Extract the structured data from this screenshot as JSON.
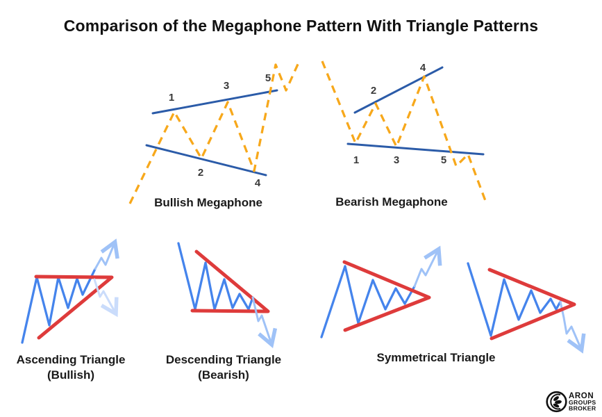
{
  "title": "Comparison of the Megaphone Pattern With Triangle Patterns",
  "colors": {
    "background": "#FFFFFF",
    "title_text": "#111111",
    "label_text": "#1a1a1a",
    "number_text": "#3a3a3a",
    "megaphone_dash": "#F7A81B",
    "trendline_blue": "#2B5BA8",
    "price_blue": "#4584EC",
    "pattern_red": "#DE3B3B",
    "arrow_light_blue": "#9FC2F7",
    "arrow_faded_blue": "#CADCFB",
    "logo_black": "#111111"
  },
  "megaphones": {
    "bullish": {
      "label": "Bullish Megaphone",
      "points": [
        "1",
        "2",
        "3",
        "4",
        "5"
      ]
    },
    "bearish": {
      "label": "Bearish Megaphone",
      "points": [
        "1",
        "2",
        "3",
        "4",
        "5"
      ]
    }
  },
  "triangles": {
    "ascending": {
      "name": "Ascending Triangle",
      "bias": "(Bullish)"
    },
    "descending": {
      "name": "Descending Triangle",
      "bias": "(Bearish)"
    },
    "symmetrical": {
      "name": "Symmetrical Triangle"
    }
  },
  "logo": {
    "line1": "ARON",
    "line2": "GROUPS",
    "line3": "BROKER"
  }
}
